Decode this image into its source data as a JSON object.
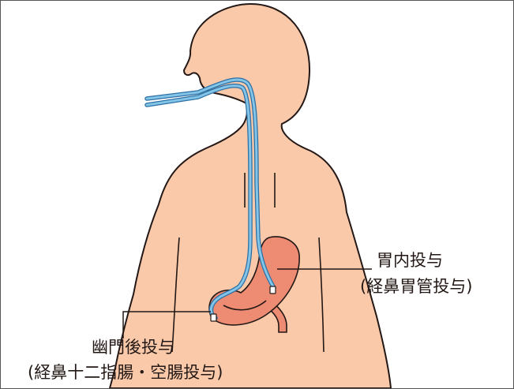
{
  "labels": {
    "gastric_title": "胃内投与",
    "gastric_sub": "(経鼻胃管投与)",
    "pyloric_title": "幽門後投与",
    "pyloric_sub": "(経鼻十二指腸・空腸投与)"
  },
  "colors": {
    "skin": "#f9c9aa",
    "outline": "#231815",
    "stomach": "#ee8b73",
    "tube": "#82c5e8",
    "tube_edge": "#2e6fa3",
    "line": "#231815"
  }
}
